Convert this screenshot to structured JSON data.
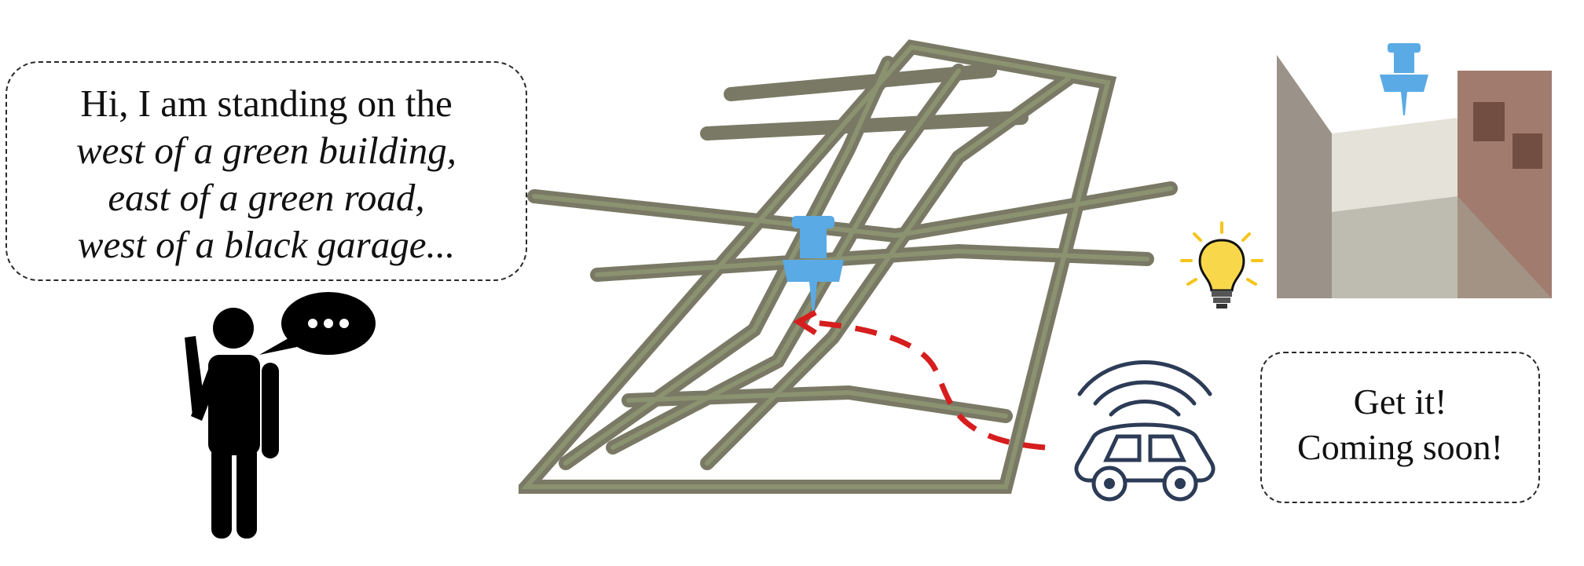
{
  "user_speech": {
    "line1": "Hi, I am standing on the",
    "line2": "west of a green building,",
    "line3": "east of a green road,",
    "line4": "west of a black garage..."
  },
  "robot_speech": {
    "line1": "Get it!",
    "line2": "Coming soon!"
  },
  "icons": {
    "person": "person-on-phone-icon",
    "speech_bubble": "speech-bubble-icon",
    "map_pin_main": "pushpin-icon",
    "map_pin_scene": "pushpin-icon",
    "lightbulb": "lightbulb-icon",
    "car": "connected-car-icon"
  },
  "colors": {
    "pin": "#5aaae6",
    "route": "#d61e1e",
    "bulb": "#f5c518",
    "ink": "#000000"
  }
}
